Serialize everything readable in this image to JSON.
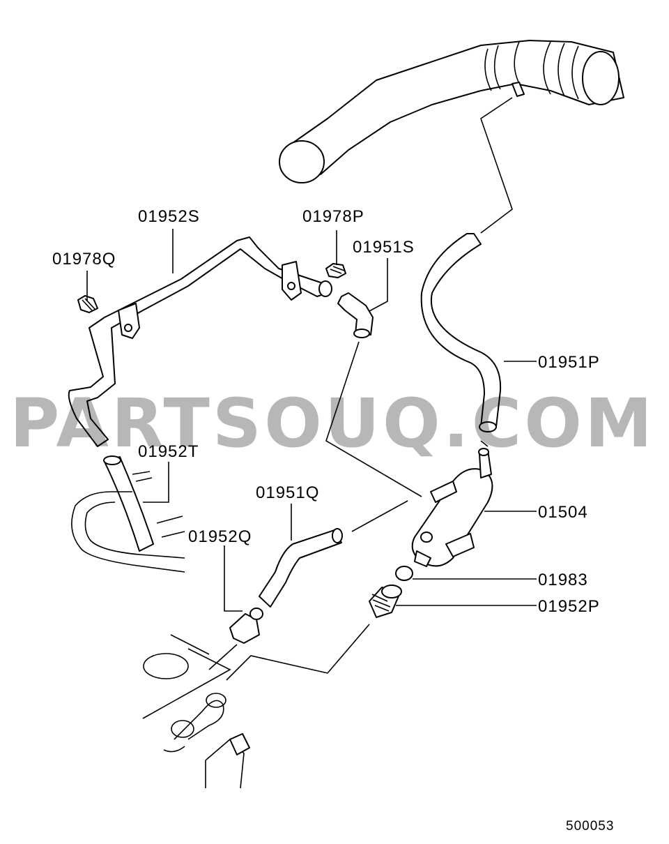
{
  "watermark": "PARTSOUQ.COM",
  "diagram_id": "500053",
  "parts": [
    {
      "code": "01952S"
    },
    {
      "code": "01978P"
    },
    {
      "code": "01951S"
    },
    {
      "code": "01978Q"
    },
    {
      "code": "01951P"
    },
    {
      "code": "01952T"
    },
    {
      "code": "01951Q"
    },
    {
      "code": "01504"
    },
    {
      "code": "01952Q"
    },
    {
      "code": "01983"
    },
    {
      "code": "01952P"
    }
  ]
}
